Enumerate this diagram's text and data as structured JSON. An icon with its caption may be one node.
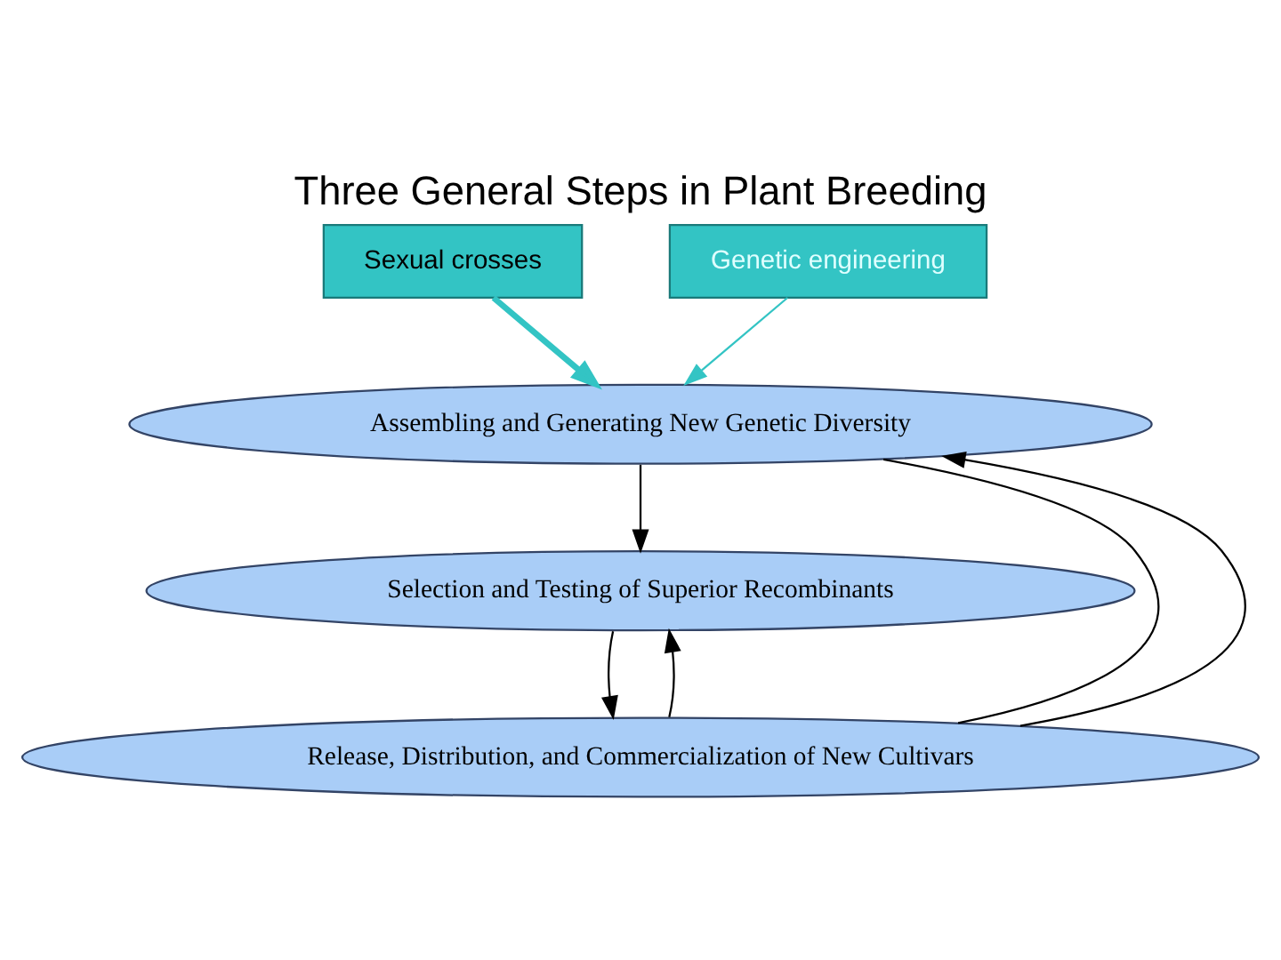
{
  "diagram": {
    "title": "Three General Steps in Plant Breeding",
    "nodes": [
      {
        "text": [
          "Sexual crosses"
        ]
      },
      {
        "text": [
          "Genetic engineering"
        ]
      },
      {
        "text": [
          "Assembling and Generating New Genetic Diversity"
        ]
      },
      {
        "text": [
          "Selection and Testing of Superior Recombinants"
        ]
      },
      {
        "text": [
          "Release, Distribution, and Commercialization of New Cultivars"
        ]
      }
    ],
    "edges": [
      {
        "from": 0,
        "to": 2,
        "arrow": "to",
        "style": "thick",
        "color": "#33c4c4"
      },
      {
        "from": 1,
        "to": 2,
        "arrow": "to",
        "color": "#33c4c4"
      },
      {
        "from": 2,
        "to": 3,
        "arrow": "to"
      },
      {
        "from": 3,
        "to": 4,
        "arrow": "to"
      },
      {
        "from": 4,
        "to": 2,
        "arrow": "to"
      },
      {
        "from": 4,
        "to": 3,
        "arrow": "to"
      },
      {
        "from": 2,
        "to": 4,
        "arrow": "none"
      }
    ]
  }
}
